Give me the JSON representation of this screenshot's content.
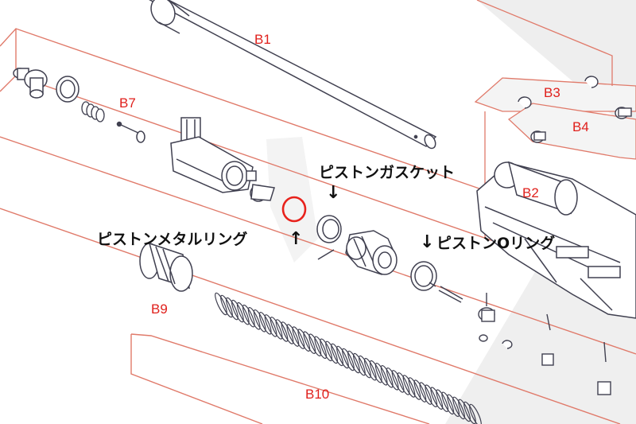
{
  "colors": {
    "part_label": "#e0201c",
    "annotation_text": "#111111",
    "line_art": "#404050",
    "panel_border": "#e07a6a",
    "panel_fill": "#eeeeee",
    "highlight_ring": "#e8221c"
  },
  "part_labels": {
    "b1": "B1",
    "b2": "B2",
    "b3": "B3",
    "b4": "B4",
    "b7": "B7",
    "b9": "B9",
    "b10": "B10"
  },
  "annotations": {
    "piston_gasket": "ピストンガスケット",
    "piston_gasket_arrow": "↓",
    "piston_metal_ring": "ピストンメタルリング",
    "piston_metal_ring_arrow": "↑",
    "piston_o_ring_arrow": "↓",
    "piston_o_ring": "ピストンOリング"
  }
}
